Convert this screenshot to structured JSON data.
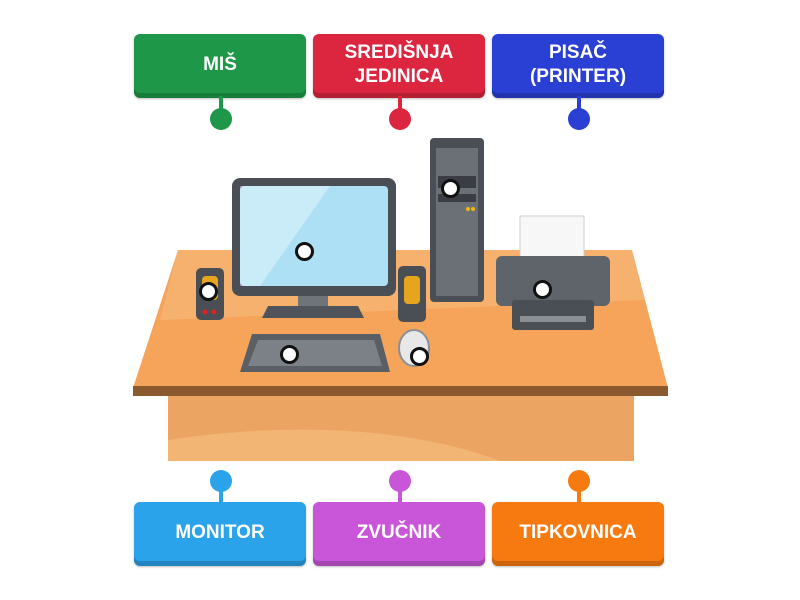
{
  "labels": {
    "mis": {
      "text": "MIŠ",
      "color": "#1e9848"
    },
    "sredisnja": {
      "line1": "SREDIŠNJA",
      "line2": "JEDINICA",
      "color": "#dc2640"
    },
    "pisac": {
      "line1": "PISAČ",
      "line2": "(PRINTER)",
      "color": "#2a3fd3"
    },
    "monitor": {
      "text": "MONITOR",
      "color": "#2ba3ea"
    },
    "zvucnik": {
      "text": "ZVUČNIK",
      "color": "#c955d8"
    },
    "tipkovnica": {
      "text": "TIPKOVNICA",
      "color": "#f77a10"
    }
  },
  "scene_colors": {
    "desk_top": "#f5a45a",
    "desk_edge": "#8a5a2e",
    "desk_panel": "#f0ae6a",
    "monitor_screen": "#aee0f5",
    "device_gray": "#5a5f66"
  }
}
